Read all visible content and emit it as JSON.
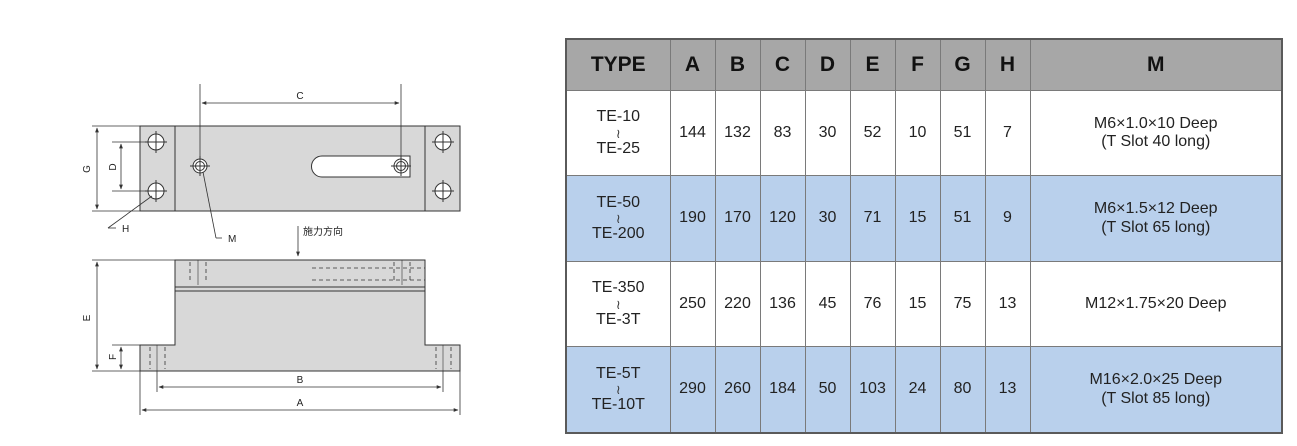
{
  "diagram": {
    "labels": {
      "c": "C",
      "d": "D",
      "g": "G",
      "h": "H",
      "m": "M",
      "force": "施力方向",
      "e": "E",
      "f": "F",
      "b": "B",
      "a": "A"
    }
  },
  "table": {
    "headers": [
      "TYPE",
      "A",
      "B",
      "C",
      "D",
      "E",
      "F",
      "G",
      "H",
      "M"
    ],
    "tilde": "≀",
    "rows": [
      {
        "type_top": "TE-10",
        "type_bottom": "TE-25",
        "A": "144",
        "B": "132",
        "C": "83",
        "D": "30",
        "E": "52",
        "F": "10",
        "G": "51",
        "H": "7",
        "M_line1": "M6×1.0×10 Deep",
        "M_line2": "(T Slot 40 long)"
      },
      {
        "type_top": "TE-50",
        "type_bottom": "TE-200",
        "A": "190",
        "B": "170",
        "C": "120",
        "D": "30",
        "E": "71",
        "F": "15",
        "G": "51",
        "H": "9",
        "M_line1": "M6×1.5×12 Deep",
        "M_line2": "(T Slot 65 long)"
      },
      {
        "type_top": "TE-350",
        "type_bottom": "TE-3T",
        "A": "250",
        "B": "220",
        "C": "136",
        "D": "45",
        "E": "76",
        "F": "15",
        "G": "75",
        "H": "13",
        "M_line1": "M12×1.75×20 Deep",
        "M_line2": ""
      },
      {
        "type_top": "TE-5T",
        "type_bottom": "TE-10T",
        "A": "290",
        "B": "260",
        "C": "184",
        "D": "50",
        "E": "103",
        "F": "24",
        "G": "80",
        "H": "13",
        "M_line1": "M16×2.0×25 Deep",
        "M_line2": "(T Slot 85 long)"
      }
    ]
  }
}
